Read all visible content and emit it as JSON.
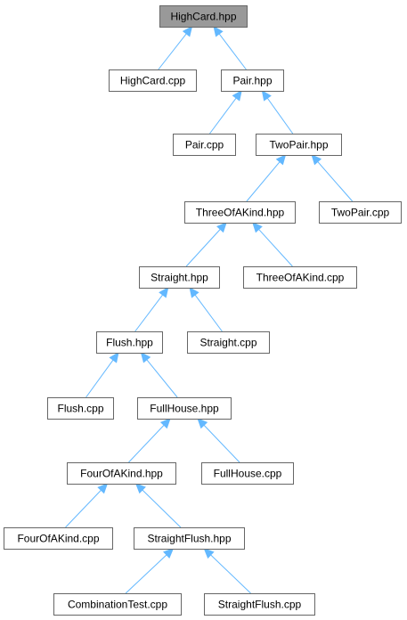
{
  "diagram": {
    "nodes": [
      {
        "id": "highcard_hpp",
        "label": "HighCard.hpp",
        "root": true
      },
      {
        "id": "highcard_cpp",
        "label": "HighCard.cpp"
      },
      {
        "id": "pair_hpp",
        "label": "Pair.hpp"
      },
      {
        "id": "pair_cpp",
        "label": "Pair.cpp"
      },
      {
        "id": "twopair_hpp",
        "label": "TwoPair.hpp"
      },
      {
        "id": "threeofakind_hpp",
        "label": "ThreeOfAKind.hpp"
      },
      {
        "id": "twopair_cpp",
        "label": "TwoPair.cpp"
      },
      {
        "id": "straight_hpp",
        "label": "Straight.hpp"
      },
      {
        "id": "threeofakind_cpp",
        "label": "ThreeOfAKind.cpp"
      },
      {
        "id": "flush_hpp",
        "label": "Flush.hpp"
      },
      {
        "id": "straight_cpp",
        "label": "Straight.cpp"
      },
      {
        "id": "flush_cpp",
        "label": "Flush.cpp"
      },
      {
        "id": "fullhouse_hpp",
        "label": "FullHouse.hpp"
      },
      {
        "id": "fourofakind_hpp",
        "label": "FourOfAKind.hpp"
      },
      {
        "id": "fullhouse_cpp",
        "label": "FullHouse.cpp"
      },
      {
        "id": "fourofakind_cpp",
        "label": "FourOfAKind.cpp"
      },
      {
        "id": "straightflush_hpp",
        "label": "StraightFlush.hpp"
      },
      {
        "id": "combinationtest_cpp",
        "label": "CombinationTest.cpp"
      },
      {
        "id": "straightflush_cpp",
        "label": "StraightFlush.cpp"
      }
    ],
    "edges": [
      {
        "from": "highcard_cpp",
        "to": "highcard_hpp"
      },
      {
        "from": "pair_hpp",
        "to": "highcard_hpp"
      },
      {
        "from": "pair_cpp",
        "to": "pair_hpp"
      },
      {
        "from": "twopair_hpp",
        "to": "pair_hpp"
      },
      {
        "from": "threeofakind_hpp",
        "to": "twopair_hpp"
      },
      {
        "from": "twopair_cpp",
        "to": "twopair_hpp"
      },
      {
        "from": "straight_hpp",
        "to": "threeofakind_hpp"
      },
      {
        "from": "threeofakind_cpp",
        "to": "threeofakind_hpp"
      },
      {
        "from": "flush_hpp",
        "to": "straight_hpp"
      },
      {
        "from": "straight_cpp",
        "to": "straight_hpp"
      },
      {
        "from": "flush_cpp",
        "to": "flush_hpp"
      },
      {
        "from": "fullhouse_hpp",
        "to": "flush_hpp"
      },
      {
        "from": "fourofakind_hpp",
        "to": "fullhouse_hpp"
      },
      {
        "from": "fullhouse_cpp",
        "to": "fullhouse_hpp"
      },
      {
        "from": "fourofakind_cpp",
        "to": "fourofakind_hpp"
      },
      {
        "from": "straightflush_hpp",
        "to": "fourofakind_hpp"
      },
      {
        "from": "combinationtest_cpp",
        "to": "straightflush_hpp"
      },
      {
        "from": "straightflush_cpp",
        "to": "straightflush_hpp"
      }
    ]
  },
  "colors": {
    "edge": "#63b8ff",
    "node_border": "#666666",
    "root_fill": "#999999",
    "node_fill": "#ffffff"
  }
}
